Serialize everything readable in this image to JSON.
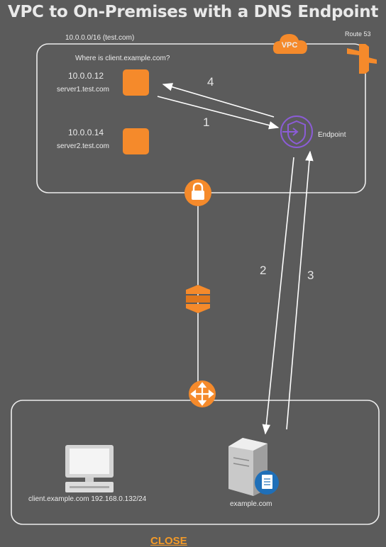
{
  "title": "VPC to On-Premises with a DNS Endpoint",
  "vpc": {
    "cidr": "10.0.0.0/16 (test.com)",
    "badge": "VPC",
    "route53_label": "Route 53",
    "question": "Where is client.example.com?",
    "servers": [
      {
        "ip": "10.0.0.12",
        "name": "server1.test.com"
      },
      {
        "ip": "10.0.0.14",
        "name": "server2.test.com"
      }
    ],
    "endpoint_label": "Endpoint"
  },
  "steps": [
    "1",
    "2",
    "3",
    "4"
  ],
  "onprem": {
    "client_label": "client.example.com 192.168.0.132/24",
    "server_label": "example.com"
  },
  "close_label": "CLOSE",
  "colors": {
    "background": "#5b5b5b",
    "accent_orange": "#f58a2b",
    "endpoint_purple": "#8b5cd6",
    "line_white": "#ffffff"
  },
  "icons": [
    "cloud-icon",
    "route53-icon",
    "server-square-icon",
    "endpoint-icon",
    "lock-icon",
    "vpn-gateway-icon",
    "router-icon",
    "computer-icon",
    "dns-server-icon"
  ]
}
